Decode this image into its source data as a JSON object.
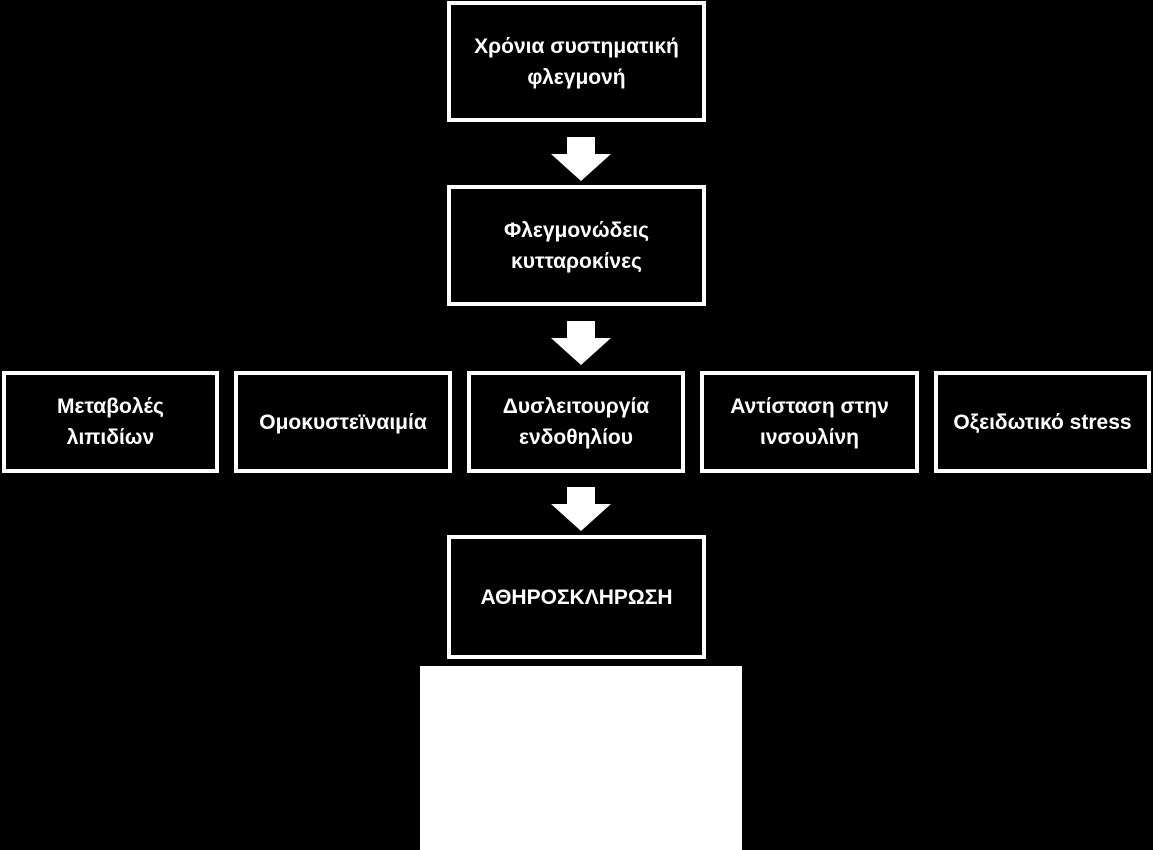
{
  "diagram": {
    "top_box": "Χρόνια συστηματική φλεγμονή",
    "second_box": "Φλεγμονώδεις κυτταροκίνες",
    "factors": [
      "Μεταβολές λιπιδίων",
      "Ομοκυστεϊναιμία",
      "Δυσλειτουργία ενδοθηλίου",
      "Αντίσταση στην ινσουλίνη",
      "Οξειδωτικό stress"
    ],
    "result_box": "ΑΘΗΡΟΣΚΛΗΡΩΣΗ"
  },
  "colors": {
    "background": "#000000",
    "foreground": "#ffffff"
  }
}
